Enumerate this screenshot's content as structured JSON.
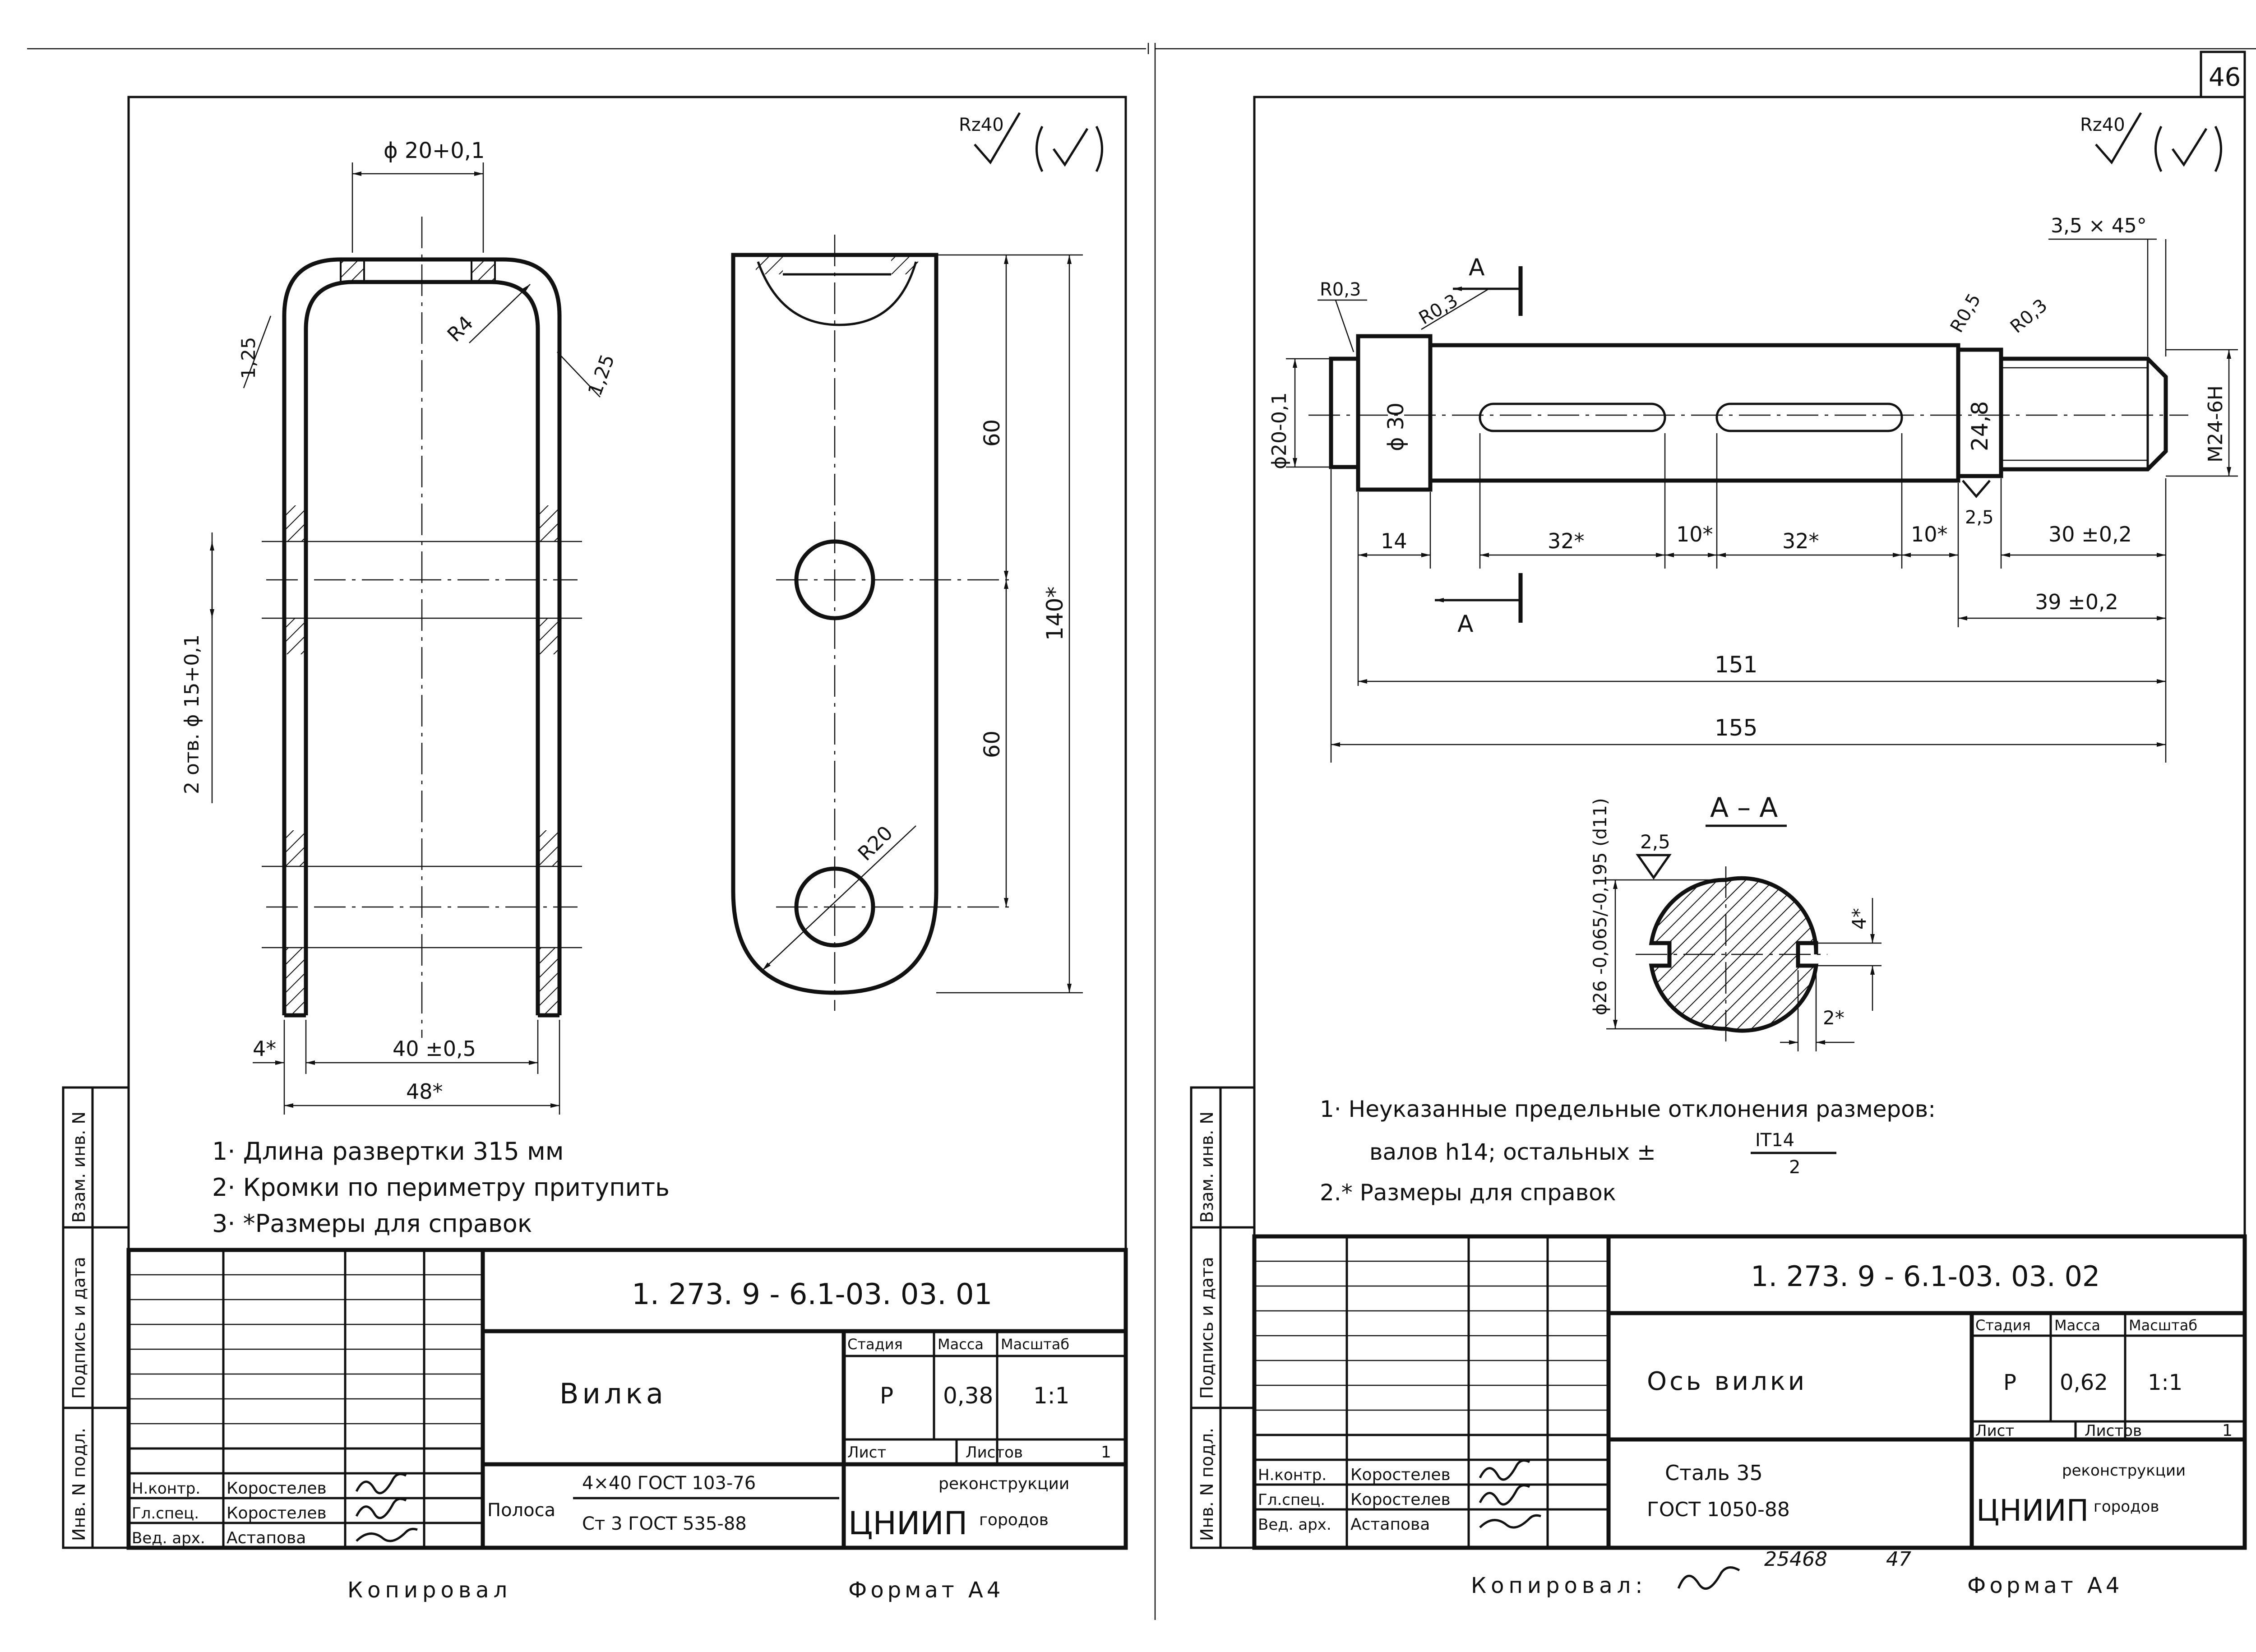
{
  "page_number": "46",
  "roughness": "Rz40",
  "left": {
    "dims": {
      "hole_top": "ϕ 20+0,1",
      "r4": "R4",
      "thick_l": "1,25",
      "thick_r": "1,25",
      "holes": "2 отв. ϕ 15+0,1",
      "d60a": "60",
      "d60b": "60",
      "d140": "140*",
      "r20": "R20",
      "d4": "4*",
      "d40": "40 ±0,5",
      "d48": "48*"
    },
    "notes": [
      "1· Длина развертки 315 мм",
      "2· Кромки по периметру притупить",
      "3· *Размеры для справок"
    ],
    "block": {
      "code": "1. 273. 9 - 6.1-03. 03. 01",
      "name": "Вилка",
      "stage_h": "Стадия",
      "mass_h": "Масса",
      "scale_h": "Масштаб",
      "stage": "Р",
      "mass": "0,38",
      "scale": "1:1",
      "sheet_h": "Лист",
      "sheets_h": "Листов",
      "sheets": "1",
      "material_prefix": "Полоса",
      "material_top": "4×40 ГОСТ 103-76",
      "material_bot": "Ст 3  ГОСТ 535-88",
      "org": "ЦНИИП",
      "org2": "реконструкции",
      "org3": "городов",
      "roles": [
        "Н.контр.",
        "Гл.спец.",
        "Вед. арх."
      ],
      "names": [
        "Коростелев",
        "Коростелев",
        "Астапова"
      ]
    },
    "side": [
      "Инв. N подл.",
      "Подпись и дата",
      "Взам. инв. N"
    ],
    "copied": "Копировал",
    "format": "Формат А4"
  },
  "right": {
    "dims": {
      "a_top": "А",
      "a_bot": "А",
      "r03a": "R0,3",
      "r03b": "R0,3",
      "r05": "R0,5",
      "r03c": "R0,3",
      "chamfer": "3,5 × 45°",
      "d20": "ϕ20-0,1",
      "d30": "ϕ 30",
      "d248": "24,8",
      "m24": "M24-6H",
      "l14": "14",
      "l32a": "32*",
      "l10a": "10*",
      "l32b": "32*",
      "l10b": "10*",
      "l25": "2,5",
      "l30": "30 ±0,2",
      "l39": "39 ±0,2",
      "l151": "151",
      "l155": "155",
      "section": "А – А",
      "rough": "2,5",
      "d26": "ϕ26 -0,065/-0,195 (d11)",
      "k4": "4*",
      "k2": "2*"
    },
    "notes": [
      "1· Неуказанные предельные отклонения размеров:",
      "валов h14; остальных ±",
      "IT14",
      "2",
      "2.* Размеры для справок"
    ],
    "block": {
      "code": "1. 273. 9 - 6.1-03. 03. 02",
      "name": "Ось вилки",
      "stage_h": "Стадия",
      "mass_h": "Масса",
      "scale_h": "Масштаб",
      "stage": "Р",
      "mass": "0,62",
      "scale": "1:1",
      "sheet_h": "Лист",
      "sheets_h": "Листов",
      "sheets": "1",
      "material_top": "Сталь 35",
      "material_bot": "ГОСТ 1050-88",
      "org": "ЦНИИП",
      "org2": "реконструкции",
      "org3": "городов",
      "roles": [
        "Н.контр.",
        "Гл.спец.",
        "Вед. арх."
      ],
      "names": [
        "Коростелев",
        "Коростелев",
        "Астапова"
      ]
    },
    "side": [
      "Инв. N подл.",
      "Подпись и дата",
      "Взам. инв. N"
    ],
    "copied": "Копировал:",
    "extra1": "25468",
    "extra2": "47",
    "format": "Формат А4"
  }
}
